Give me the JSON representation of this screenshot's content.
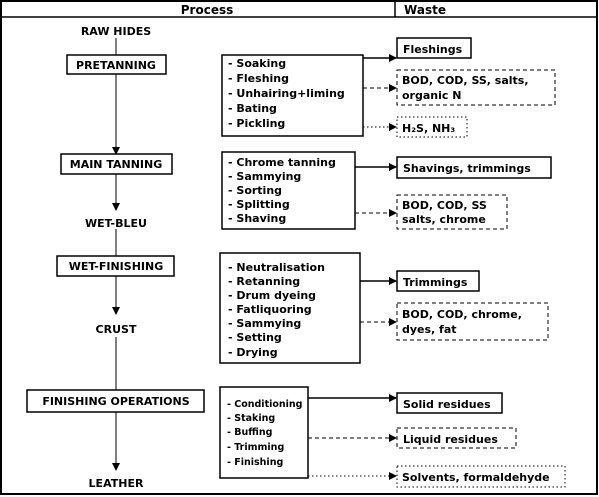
{
  "headers": {
    "process": "Process",
    "waste": "Waste"
  },
  "stages": {
    "raw_hides": "RAW HIDES",
    "pretanning": "PRETANNING",
    "main_tanning": "MAIN TANNING",
    "wet_bleu": "WET-BLEU",
    "wet_finishing": "WET-FINISHING",
    "crust": "CRUST",
    "finishing_operations": "FINISHING OPERATIONS",
    "leather": "LEATHER"
  },
  "steps": {
    "pretanning": [
      "- Soaking",
      "- Fleshing",
      "- Unhairing+liming",
      "- Bating",
      "- Pickling"
    ],
    "main_tanning": [
      "- Chrome tanning",
      "- Sammying",
      "- Sorting",
      "- Splitting",
      "- Shaving"
    ],
    "wet_finishing": [
      "- Neutralisation",
      "- Retanning",
      "- Drum dyeing",
      "- Fatliquoring",
      "- Sammying",
      "- Setting",
      "- Drying"
    ],
    "finishing_operations": [
      "- Conditioning",
      "- Staking",
      "- Buffing",
      "- Trimming",
      "- Finishing"
    ]
  },
  "wastes": {
    "fleshings": "Fleshings",
    "pretanning_effluent": [
      "BOD, COD, SS, salts,",
      "organic N"
    ],
    "gases": "H₂S, NH₃",
    "shavings": "Shavings, trimmings",
    "main_tanning_effluent": [
      "BOD, COD, SS",
      "salts, chrome"
    ],
    "trimmings": "Trimmings",
    "wet_finishing_effluent": [
      "BOD, COD, chrome,",
      "dyes, fat"
    ],
    "solid_residues": "Solid residues",
    "liquid_residues": "Liquid residues",
    "solvents": "Solvents, formaldehyde"
  }
}
